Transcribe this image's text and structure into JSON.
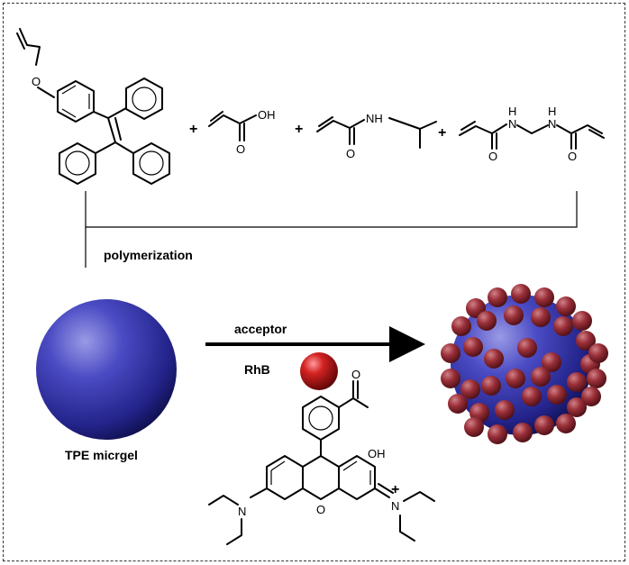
{
  "labels": {
    "polymerization": "polymerization",
    "acceptor": "acceptor",
    "rhb": "RhB",
    "microgel": "TPE micrgel",
    "plus_sign": "+"
  },
  "atoms": {
    "oxygen": "O",
    "hydroxyl": "OH",
    "amine_h": "H",
    "nh": "NH",
    "nitrogen": "N",
    "cation": "+"
  },
  "colors": {
    "microgel_blue": "#3a3aa8",
    "rhb_red": "#b01818",
    "decor_red": "#8e2a30"
  }
}
